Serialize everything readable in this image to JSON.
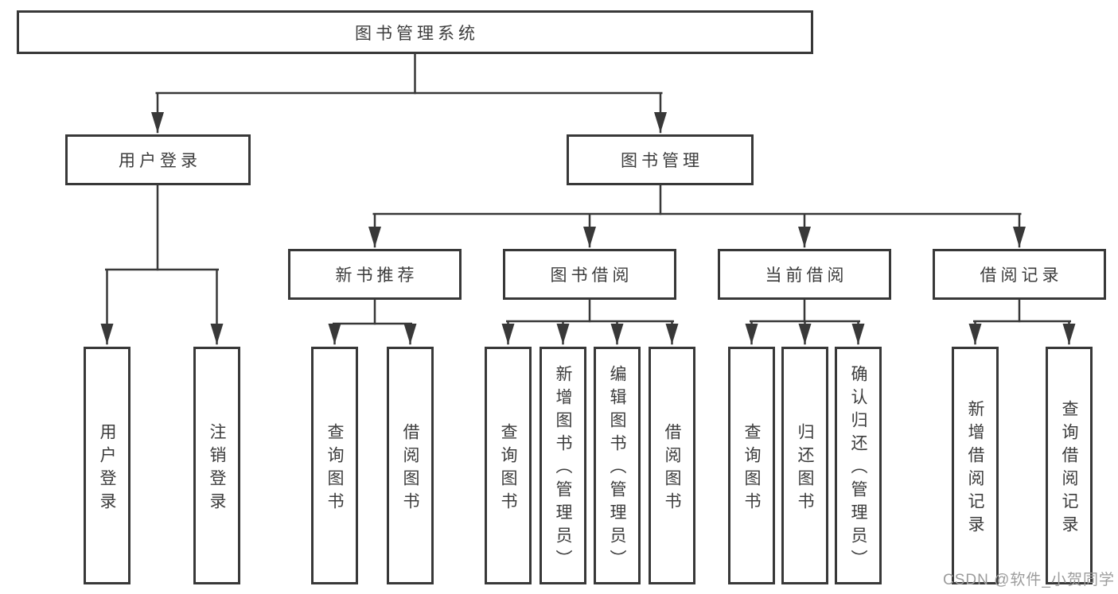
{
  "nodes": {
    "root": {
      "label": "图书管理系统"
    },
    "user_login": {
      "label": "用户登录"
    },
    "book_management": {
      "label": "图书管理"
    },
    "new_book_recommend": {
      "label": "新书推荐"
    },
    "book_borrow": {
      "label": "图书借阅"
    },
    "current_borrow": {
      "label": "当前借阅"
    },
    "borrow_records": {
      "label": "借阅记录"
    },
    "ul_user_login": {
      "label": "用户登录"
    },
    "ul_logout": {
      "label": "注销登录"
    },
    "nbr_query_books": {
      "label": "查询图书"
    },
    "nbr_borrow_books": {
      "label": "借阅图书"
    },
    "bb_query_books": {
      "label": "查询图书"
    },
    "bb_add_books": {
      "label": "新增图书（管理员）"
    },
    "bb_edit_books": {
      "label": "编辑图书（管理员）"
    },
    "bb_borrow_books": {
      "label": "借阅图书"
    },
    "cb_query_books": {
      "label": "查询图书"
    },
    "cb_return_books": {
      "label": "归还图书"
    },
    "cb_confirm_return": {
      "label": "确认归还（管理员）"
    },
    "br_add_record": {
      "label": "新增借阅记录"
    },
    "br_query_record": {
      "label": "查询借阅记录"
    }
  },
  "edges": [
    {
      "from": "图书管理系统",
      "to": [
        "用户登录",
        "图书管理"
      ]
    },
    {
      "from": "用户登录",
      "to": [
        "用户登录",
        "注销登录"
      ]
    },
    {
      "from": "图书管理",
      "to": [
        "新书推荐",
        "图书借阅",
        "当前借阅",
        "借阅记录"
      ]
    },
    {
      "from": "新书推荐",
      "to": [
        "查询图书",
        "借阅图书"
      ]
    },
    {
      "from": "图书借阅",
      "to": [
        "查询图书",
        "新增图书（管理员）",
        "编辑图书（管理员）",
        "借阅图书"
      ]
    },
    {
      "from": "当前借阅",
      "to": [
        "查询图书",
        "归还图书",
        "确认归还（管理员）"
      ]
    },
    {
      "from": "借阅记录",
      "to": [
        "新增借阅记录",
        "查询借阅记录"
      ]
    }
  ],
  "watermark": {
    "text": "CSDN @软件_小贺同学"
  },
  "colors": {
    "line": "#383838",
    "box_border": "#383838",
    "text": "#3c3c3c",
    "watermark": "#9c9c9c",
    "background": "#ffffff"
  }
}
